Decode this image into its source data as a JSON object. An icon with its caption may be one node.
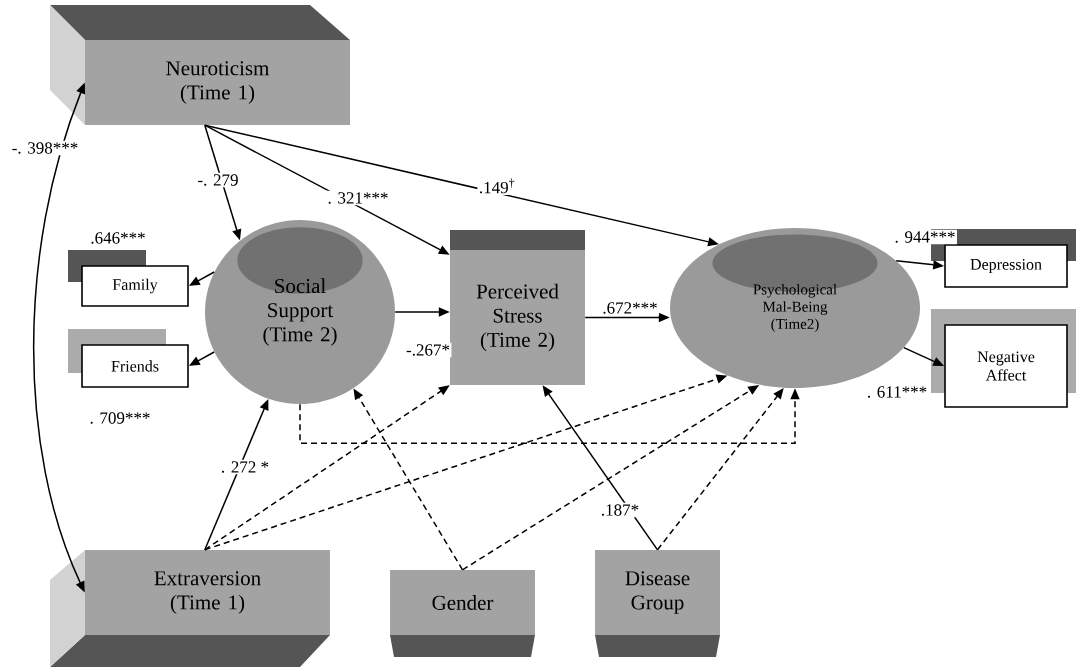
{
  "diagram": {
    "nodes": [
      {
        "text": [
          "Neuroticism (Time 1)"
        ]
      },
      {
        "text": [
          "Social Support (Time 2)"
        ]
      },
      {
        "text": [
          "Perceived Stress (Time 2)"
        ]
      },
      {
        "text": [
          "Psychological Mal-Being (Time2)"
        ]
      },
      {
        "text": [
          "Family"
        ]
      },
      {
        "text": [
          "Friends"
        ]
      },
      {
        "text": [
          "Depression"
        ]
      },
      {
        "text": [
          "Negative Affect"
        ]
      },
      {
        "text": [
          "Extraversion (Time 1)"
        ]
      },
      {
        "text": [
          "Gender"
        ]
      },
      {
        "text": [
          "Disease Group"
        ]
      }
    ],
    "edges": [
      {
        "from": 0,
        "to": 8,
        "arrow": "both",
        "label": "-. 398***"
      },
      {
        "from": 0,
        "to": 1,
        "arrow": "to",
        "label": "-. 279"
      },
      {
        "from": 0,
        "to": 2,
        "arrow": "to",
        "label": ". 321***"
      },
      {
        "from": 0,
        "to": 3,
        "arrow": "to",
        "label": ".149$^{†}$"
      },
      {
        "from": 1,
        "to": 4,
        "arrow": "to",
        "label": ".646***"
      },
      {
        "from": 1,
        "to": 5,
        "arrow": "to",
        "label": ". 709***"
      },
      {
        "from": 1,
        "to": 2,
        "arrow": "to",
        "label": "-.267*"
      },
      {
        "from": 2,
        "to": 3,
        "arrow": "to",
        "label": ".672***"
      },
      {
        "from": 3,
        "to": 6,
        "arrow": "to",
        "label": ". 944***"
      },
      {
        "from": 3,
        "to": 7,
        "arrow": "to",
        "label": ". 611***"
      },
      {
        "from": 8,
        "to": 1,
        "arrow": "to",
        "label": ". 272 *"
      },
      {
        "from": 8,
        "to": 2,
        "arrow": "to",
        "style": "dashed"
      },
      {
        "from": 8,
        "to": 3,
        "arrow": "to",
        "style": "dashed"
      },
      {
        "from": 1,
        "to": 3,
        "arrow": "to",
        "style": "dashed"
      },
      {
        "from": 9,
        "to": 1,
        "arrow": "to",
        "style": "dashed"
      },
      {
        "from": 9,
        "to": 3,
        "arrow": "to",
        "style": "dashed"
      },
      {
        "from": 10,
        "to": 2,
        "arrow": "to",
        "label": ".187*"
      },
      {
        "from": 10,
        "to": 3,
        "arrow": "to",
        "style": "dashed"
      }
    ]
  }
}
